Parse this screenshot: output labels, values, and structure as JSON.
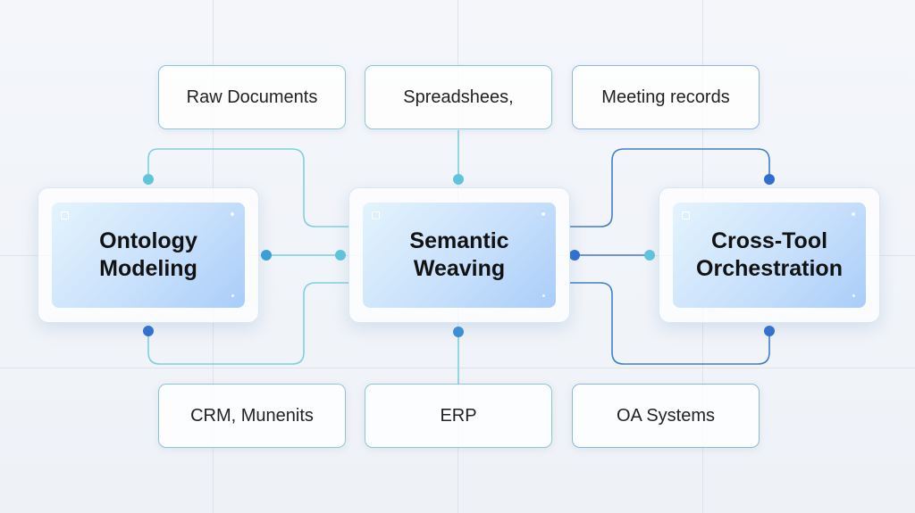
{
  "sources_top": [
    {
      "label": "Raw Documents"
    },
    {
      "label": "Spreadshees,"
    },
    {
      "label": "Meeting records"
    }
  ],
  "sources_bottom": [
    {
      "label": "CRM, Munenits"
    },
    {
      "label": "ERP"
    },
    {
      "label": "OA Systems"
    }
  ],
  "nodes": [
    {
      "line1": "Ontology",
      "line2": "Modeling"
    },
    {
      "line1": "Semantic",
      "line2": "Weaving"
    },
    {
      "line1": "Cross-Tool",
      "line2": "Orchestration"
    }
  ],
  "colors": {
    "teal_connector": "#7fd0de",
    "blue_connector": "#3f7fce",
    "teal_dot": "#5fc6dc",
    "blue_dot": "#2f6fd0"
  }
}
